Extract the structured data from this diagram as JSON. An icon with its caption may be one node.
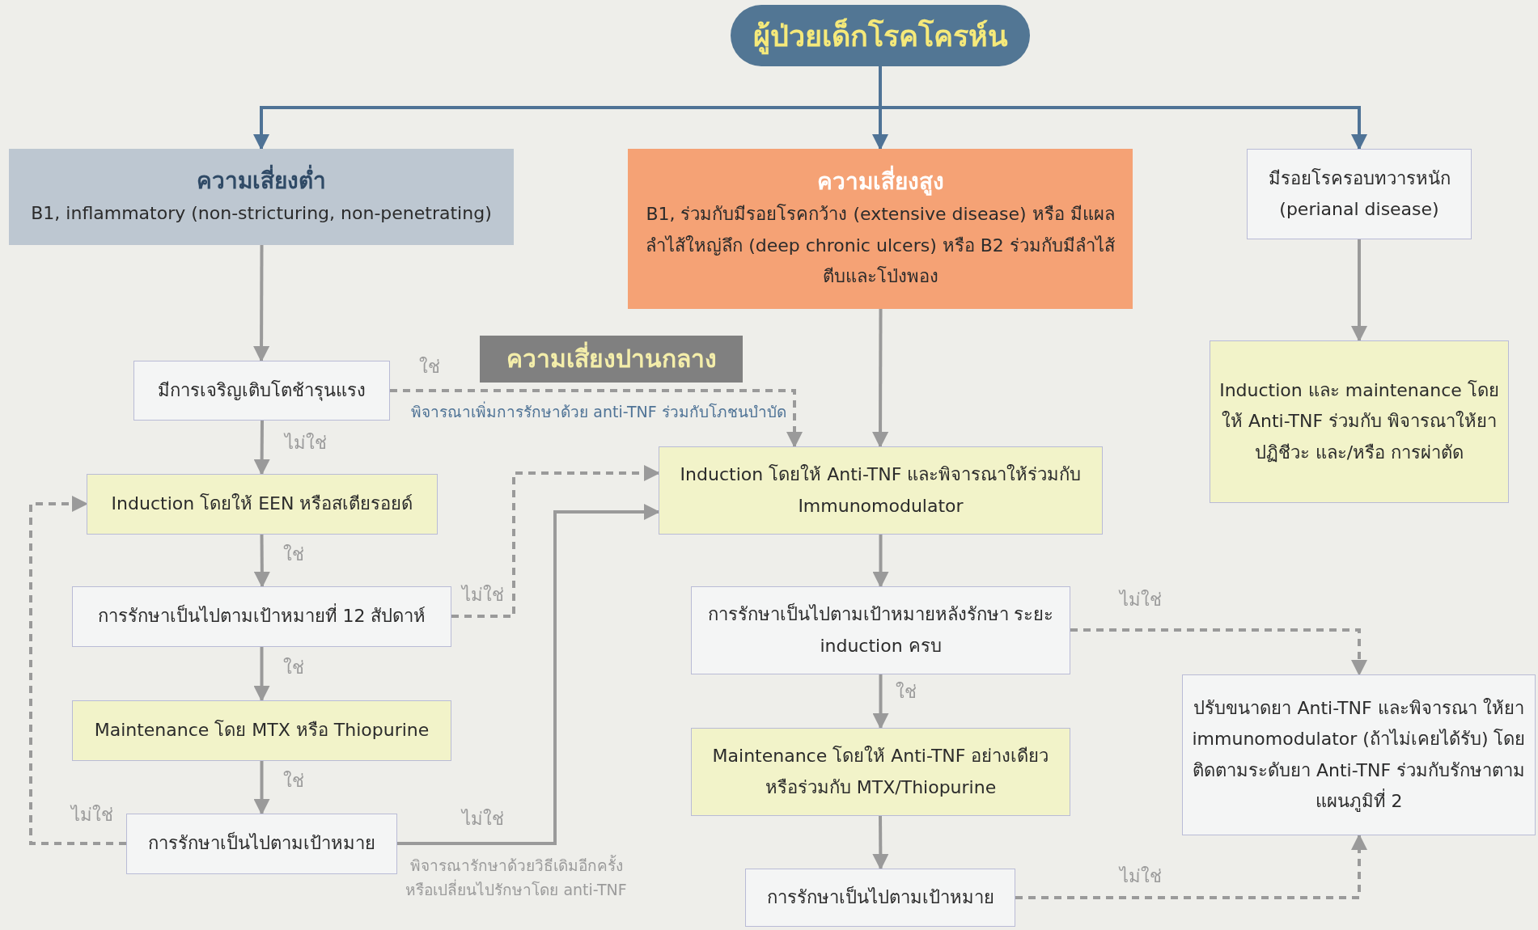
{
  "diagram": {
    "nodes": [
      {
        "text": [
          "ผู้ป่วยเด็กโรคโครห์น"
        ]
      },
      {
        "text": [
          "ความเสี่ยงต่ำ",
          "B1, inflammatory (non-stricturing, non-penetrating)"
        ]
      },
      {
        "text": [
          "ความเสี่ยงสูง",
          "B1, ร่วมกับมีรอยโรคกว้าง (extensive disease) หรือ มีแผลลำไส้ใหญ่ลึก (deep chronic ulcers) หรือ B2 ร่วมกับมีลำไส้ตีบและโป่งพอง"
        ]
      },
      {
        "text": [
          "มีรอยโรครอบทวารหนัก (perianal disease)"
        ]
      },
      {
        "text": [
          "มีการเจริญเติบโตช้ารุนแรง"
        ]
      },
      {
        "text": [
          "ความเสี่ยงปานกลาง"
        ]
      },
      {
        "text": [
          "Induction โดยให้ EEN หรือสเตียรอยด์"
        ]
      },
      {
        "text": [
          "การรักษาเป็นไปตามเป้าหมายที่ 12 สัปดาห์"
        ]
      },
      {
        "text": [
          "Maintenance โดย MTX หรือ Thiopurine"
        ]
      },
      {
        "text": [
          "การรักษาเป็นไปตามเป้าหมาย"
        ]
      },
      {
        "text": [
          "Induction โดยให้ Anti-TNF และพิจารณาให้ร่วมกับ Immunomodulator"
        ]
      },
      {
        "text": [
          "การรักษาเป็นไปตามเป้าหมายหลังรักษา ระยะ induction ครบ"
        ]
      },
      {
        "text": [
          "Maintenance โดยให้ Anti-TNF อย่างเดียว หรือร่วมกับ MTX/Thiopurine"
        ]
      },
      {
        "text": [
          "การรักษาเป็นไปตามเป้าหมาย"
        ]
      },
      {
        "text": [
          "Induction และ maintenance โดยให้ Anti-TNF ร่วมกับ พิจารณาให้ยาปฏิชีวะ และ/หรือ การผ่าตัด"
        ]
      },
      {
        "text": [
          "ปรับขนาดยา Anti-TNF และพิจารณา ให้ยา immunomodulator (ถ้าไม่เคยได้รับ) โดยติดตามระดับยา Anti-TNF  ร่วมกับรักษาตามแผนภูมิที่ 2"
        ]
      }
    ],
    "edges": [
      {
        "from": 0,
        "to": 1,
        "arrow": "to",
        "color": "#4f7396"
      },
      {
        "from": 0,
        "to": 2,
        "arrow": "to",
        "color": "#4f7396"
      },
      {
        "from": 0,
        "to": 3,
        "arrow": "to",
        "color": "#4f7396"
      },
      {
        "from": 1,
        "to": 4,
        "arrow": "to"
      },
      {
        "from": 4,
        "to": 10,
        "arrow": "to",
        "label": "ใช่",
        "style": "dashed"
      },
      {
        "from": 4,
        "to": 6,
        "arrow": "to",
        "label": "ไม่ใช่"
      },
      {
        "from": 6,
        "to": 7,
        "arrow": "to",
        "label": "ใช่"
      },
      {
        "from": 7,
        "to": 10,
        "arrow": "to",
        "label": "ไม่ใช่",
        "style": "dashed"
      },
      {
        "from": 7,
        "to": 8,
        "arrow": "to",
        "label": "ใช่"
      },
      {
        "from": 8,
        "to": 9,
        "arrow": "to",
        "label": "ใช่"
      },
      {
        "from": 9,
        "to": 6,
        "arrow": "to",
        "label": "ไม่ใช่",
        "style": "dashed"
      },
      {
        "from": 9,
        "to": 10,
        "arrow": "to",
        "label": "ไม่ใช่"
      },
      {
        "from": 2,
        "to": 10,
        "arrow": "to"
      },
      {
        "from": 3,
        "to": 14,
        "arrow": "to"
      },
      {
        "from": 10,
        "to": 11,
        "arrow": "to"
      },
      {
        "from": 11,
        "to": 12,
        "arrow": "to",
        "label": "ใช่"
      },
      {
        "from": 11,
        "to": 15,
        "arrow": "to",
        "label": "ไม่ใช่",
        "style": "dashed"
      },
      {
        "from": 12,
        "to": 13,
        "arrow": "to"
      },
      {
        "from": 13,
        "to": 15,
        "arrow": "to",
        "label": "ไม่ใช่",
        "style": "dashed"
      }
    ],
    "labels": [
      "พิจารณาเพิ่มการรักษาด้วย anti-TNF ร่วมกับโภชนบำบัด",
      "พิจารณารักษาด้วยวิธีเดิมอีกครั้ง หรือเปลี่ยนไปรักษาโดย anti-TNF"
    ]
  }
}
